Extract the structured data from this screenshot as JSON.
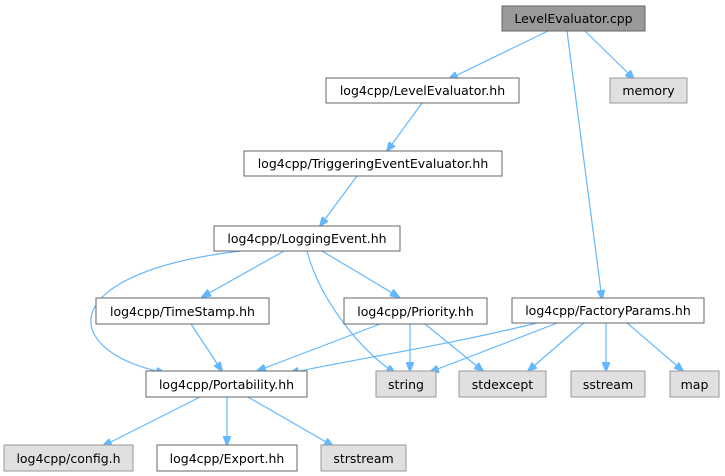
{
  "diagram": {
    "nodes": {
      "root": {
        "label": "LevelEvaluator.cpp",
        "style": "focus"
      },
      "levelevaluator_hh": {
        "label": "log4cpp/LevelEvaluator.hh",
        "style": "file"
      },
      "memory": {
        "label": "memory",
        "style": "system"
      },
      "triggering": {
        "label": "log4cpp/TriggeringEventEvaluator.hh",
        "style": "file"
      },
      "loggingevent": {
        "label": "log4cpp/LoggingEvent.hh",
        "style": "file"
      },
      "timestamp": {
        "label": "log4cpp/TimeStamp.hh",
        "style": "file"
      },
      "priority": {
        "label": "log4cpp/Priority.hh",
        "style": "file"
      },
      "factoryparams": {
        "label": "log4cpp/FactoryParams.hh",
        "style": "file"
      },
      "portability": {
        "label": "log4cpp/Portability.hh",
        "style": "file"
      },
      "string": {
        "label": "string",
        "style": "system"
      },
      "stdexcept": {
        "label": "stdexcept",
        "style": "system"
      },
      "sstream": {
        "label": "sstream",
        "style": "system"
      },
      "map": {
        "label": "map",
        "style": "system"
      },
      "config": {
        "label": "log4cpp/config.h",
        "style": "system"
      },
      "export": {
        "label": "log4cpp/Export.hh",
        "style": "file"
      },
      "strstream": {
        "label": "strstream",
        "style": "system"
      }
    },
    "edges": [
      [
        "root",
        "levelevaluator_hh"
      ],
      [
        "root",
        "memory"
      ],
      [
        "root",
        "factoryparams"
      ],
      [
        "levelevaluator_hh",
        "triggering"
      ],
      [
        "triggering",
        "loggingevent"
      ],
      [
        "loggingevent",
        "timestamp"
      ],
      [
        "loggingevent",
        "priority"
      ],
      [
        "loggingevent",
        "portability"
      ],
      [
        "loggingevent",
        "string"
      ],
      [
        "timestamp",
        "portability"
      ],
      [
        "priority",
        "portability"
      ],
      [
        "priority",
        "string"
      ],
      [
        "priority",
        "stdexcept"
      ],
      [
        "factoryparams",
        "portability"
      ],
      [
        "factoryparams",
        "string"
      ],
      [
        "factoryparams",
        "stdexcept"
      ],
      [
        "factoryparams",
        "sstream"
      ],
      [
        "factoryparams",
        "map"
      ],
      [
        "portability",
        "config"
      ],
      [
        "portability",
        "export"
      ],
      [
        "portability",
        "strstream"
      ]
    ],
    "colors": {
      "edge": "#63b8ff",
      "focus_fill": "#999999",
      "focus_border": "#666666",
      "file_fill": "#ffffff",
      "file_border": "#666666",
      "system_fill": "#e0e0e0",
      "system_border": "#999999",
      "text": "#000000"
    }
  }
}
